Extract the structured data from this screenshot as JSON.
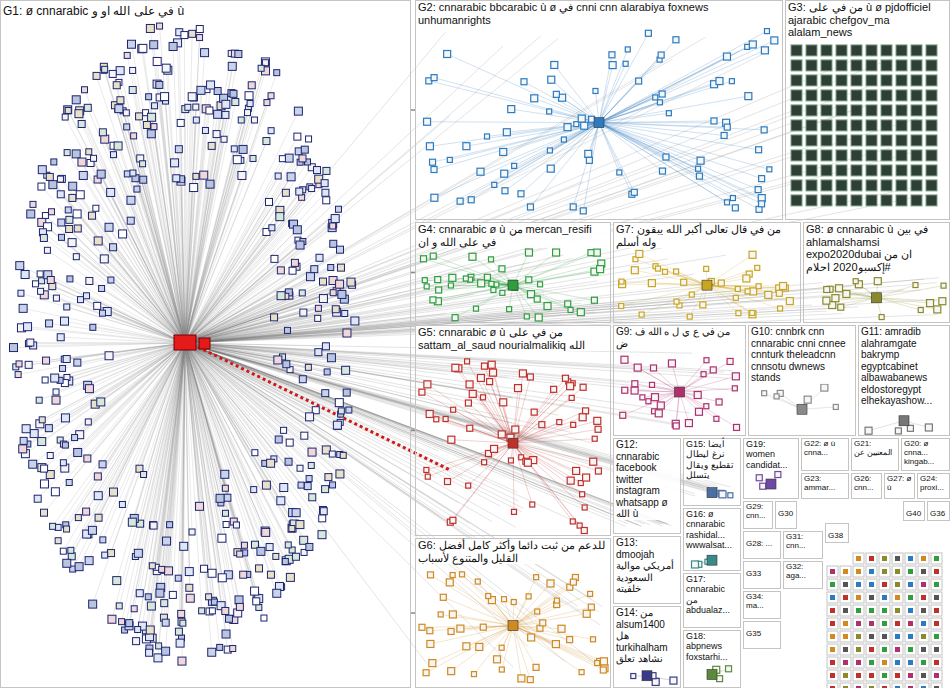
{
  "diagram": {
    "nodes": [
      {
        "text": [
          "G1: ø cnnarabic في على الله او و ù"
        ]
      },
      {
        "text": [
          "G2: cnnarabic bbcarabic ù ø في cnni cnn alarabiya foxnews unhumanrights"
        ]
      },
      {
        "text": [
          "G3: من في على ù ø pjdofficiel ajarabic chefgov_ma alalam_news"
        ]
      },
      {
        "text": [
          "G4: cnnarabic ø ù من mercan_resifi في على الله و ان"
        ]
      },
      {
        "text": [
          "G7: من في قال تعالى أكبر الله يبقون وله أسلم"
        ]
      },
      {
        "text": [
          "G8: ø cnnarabic ù في بين ahlamalshamsi expo2020dubai ان من #إكسبو2020 احلام"
        ]
      },
      {
        "text": [
          "G5: cnnarabic ø ù من في على sattam_al_saud nourialmalikiq الله"
        ]
      },
      {
        "text": [
          "G9: من في ع ي ل ه الله ف ض"
        ]
      },
      {
        "text": [
          "G10: cnnbrk cnn cnnarabic cnni cnnee cnnturk theleadcnn cnnsotu dwnews stands"
        ]
      },
      {
        "text": [
          "G11: amradib alahramgate bakrymp egyptcabinet albawabanews eldostoregypt elhekayashow..."
        ]
      },
      {
        "text": [
          "G6: للدعم من ثبت دائما وأكثر كامل أفضل القليل والمتنوع لأسباب"
        ]
      },
      {
        "text": [
          "G12: cnnarabic facebook twitter instagram whatsapp ø الله ù"
        ]
      },
      {
        "text": [
          "G15: أيضا نرغ ليطال تقطيع ويقال يتسلل"
        ]
      },
      {
        "text": [
          "G19: women candidat..."
        ]
      },
      {
        "text": [
          "G22: ø ù cnna..."
        ]
      },
      {
        "text": [
          "G21: المعنيين عن"
        ]
      },
      {
        "text": [
          "G20: ø cnna... kingab..."
        ]
      },
      {
        "text": [
          "G23: ammar..."
        ]
      },
      {
        "text": [
          "G26: cnn..."
        ]
      },
      {
        "text": [
          "G27: ø ù"
        ]
      },
      {
        "text": [
          "G24: proxi..."
        ]
      },
      {
        "text": [
          "G13: dmoojah أمريكي موالية السعودية خلفيته"
        ]
      },
      {
        "text": [
          "G16: ø cnnarabic rashidal... wwwalsat..."
        ]
      },
      {
        "text": [
          "G29: cnn..."
        ]
      },
      {
        "text": [
          "G30"
        ]
      },
      {
        "text": [
          "G40"
        ]
      },
      {
        "text": [
          "G36"
        ]
      },
      {
        "text": [
          "G28: ..."
        ]
      },
      {
        "text": [
          "G31: cnn..."
        ]
      },
      {
        "text": [
          "G38"
        ]
      },
      {
        "text": [
          "G17: cnnarabic من abdualaz..."
        ]
      },
      {
        "text": [
          "G32: aga..."
        ]
      },
      {
        "text": [
          "G33"
        ]
      },
      {
        "text": [
          "G14: من alsum1400 هل turkihalham نشاهد تعلق"
        ]
      },
      {
        "text": [
          "G34: ma..."
        ]
      },
      {
        "text": [
          "G18: abpnews foxstarhi..."
        ]
      },
      {
        "text": [
          "G35"
        ]
      }
    ],
    "edges": [
      {
        "from": 0,
        "to": 1,
        "arrow": "none"
      },
      {
        "from": 0,
        "to": 3,
        "arrow": "none"
      },
      {
        "from": 0,
        "to": 6,
        "arrow": "none"
      },
      {
        "from": 0,
        "to": 10,
        "arrow": "none"
      }
    ]
  }
}
